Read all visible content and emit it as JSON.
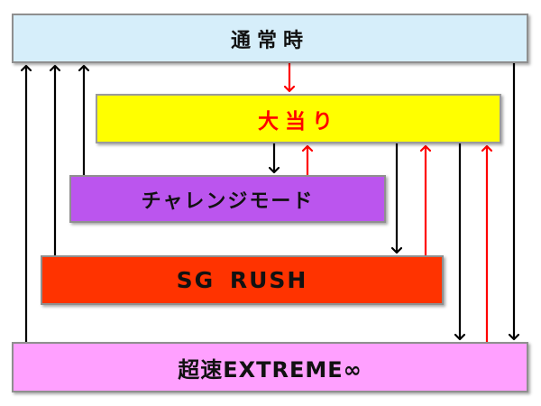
{
  "diagram": {
    "nodes": {
      "normal": {
        "label": "通常時"
      },
      "jackpot": {
        "label": "大当り"
      },
      "challenge": {
        "label": "チャレンジモード"
      },
      "sg_rush": {
        "label": "SG RUSH"
      },
      "extreme": {
        "label": "超速EXTREME∞"
      }
    },
    "edges": [
      {
        "from": "extreme",
        "to": "normal",
        "color": "black"
      },
      {
        "from": "sg_rush",
        "to": "normal",
        "color": "black"
      },
      {
        "from": "challenge",
        "to": "normal",
        "color": "black"
      },
      {
        "from": "normal",
        "to": "jackpot",
        "color": "red"
      },
      {
        "from": "jackpot",
        "to": "challenge",
        "color": "black"
      },
      {
        "from": "challenge",
        "to": "jackpot",
        "color": "red"
      },
      {
        "from": "jackpot",
        "to": "sg_rush",
        "color": "black"
      },
      {
        "from": "sg_rush",
        "to": "jackpot",
        "color": "red"
      },
      {
        "from": "jackpot",
        "to": "extreme",
        "color": "black"
      },
      {
        "from": "extreme",
        "to": "jackpot",
        "color": "red"
      },
      {
        "from": "normal",
        "to": "extreme",
        "color": "black"
      }
    ],
    "colors": {
      "arrow_black": "#000000",
      "arrow_red": "#ff0000",
      "normal_fill": "#d6eefa",
      "jackpot_fill": "#ffff00",
      "jackpot_text": "#ff0000",
      "challenge_fill": "#bb55ee",
      "sg_rush_fill": "#ff3300",
      "extreme_fill": "#ffa0ff"
    }
  }
}
